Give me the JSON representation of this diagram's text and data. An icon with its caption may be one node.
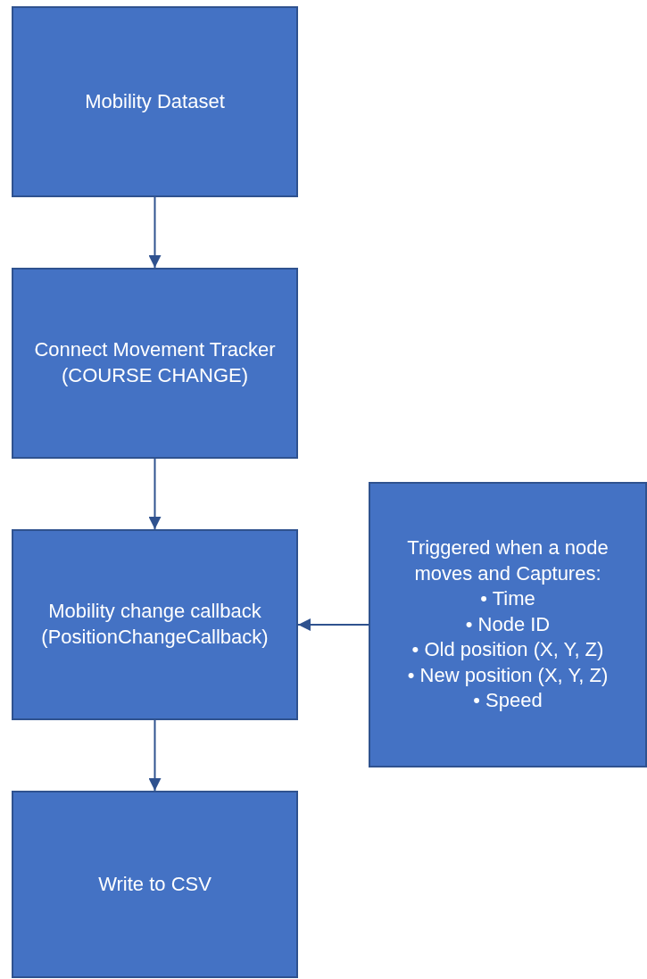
{
  "diagram": {
    "nodes": [
      {
        "text": [
          "Mobility Dataset"
        ]
      },
      {
        "text": [
          "Connect Movement Tracker (COURSE CHANGE)"
        ]
      },
      {
        "text": [
          "Mobility change callback (PositionChangeCallback)"
        ]
      },
      {
        "text": [
          "Write to CSV"
        ]
      },
      {
        "text": [
          "Triggered when a node moves and Captures:",
          "• Time",
          "• Node ID",
          "• Old position (X, Y, Z)",
          "• New position (X, Y, Z)",
          "• Speed"
        ]
      }
    ],
    "edges": [
      {
        "from": 0,
        "to": 1,
        "arrow": "to"
      },
      {
        "from": 1,
        "to": 2,
        "arrow": "to"
      },
      {
        "from": 4,
        "to": 2,
        "arrow": "to"
      },
      {
        "from": 2,
        "to": 3,
        "arrow": "to"
      }
    ]
  }
}
